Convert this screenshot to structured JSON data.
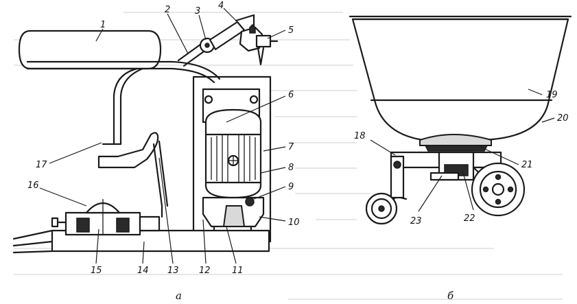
{
  "figure": {
    "panel_a": {
      "caption": "а",
      "labels": [
        "1",
        "2",
        "3",
        "4",
        "5",
        "6",
        "7",
        "8",
        "9",
        "10",
        "11",
        "12",
        "13",
        "14",
        "15",
        "16",
        "17"
      ]
    },
    "panel_b": {
      "caption": "б",
      "labels": [
        "18",
        "19",
        "20",
        "21",
        "22",
        "23"
      ]
    }
  }
}
